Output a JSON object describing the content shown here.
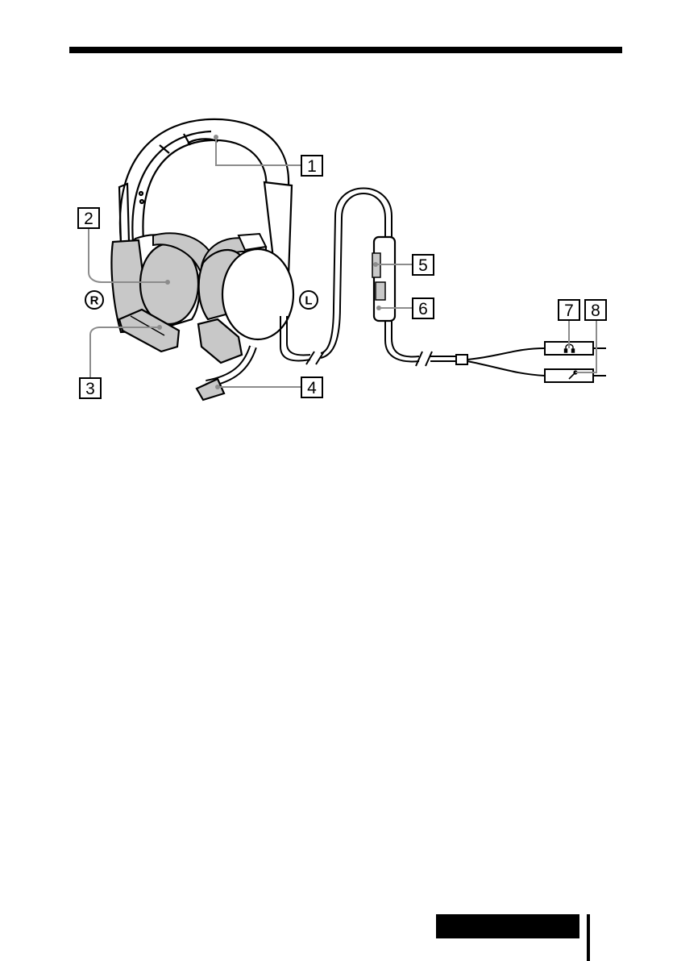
{
  "callouts": [
    {
      "num": "1"
    },
    {
      "num": "2"
    },
    {
      "num": "3"
    },
    {
      "num": "4"
    },
    {
      "num": "5"
    },
    {
      "num": "6"
    },
    {
      "num": "7"
    },
    {
      "num": "8"
    }
  ],
  "side_labels": {
    "right": "R",
    "left": "L"
  },
  "icons": {
    "plug_7": "headphone-icon",
    "plug_8": "microphone-icon"
  },
  "colors": {
    "ink": "#000000",
    "cushion_gray": "#c8c8c8",
    "leader_gray": "#8c8c8c"
  }
}
